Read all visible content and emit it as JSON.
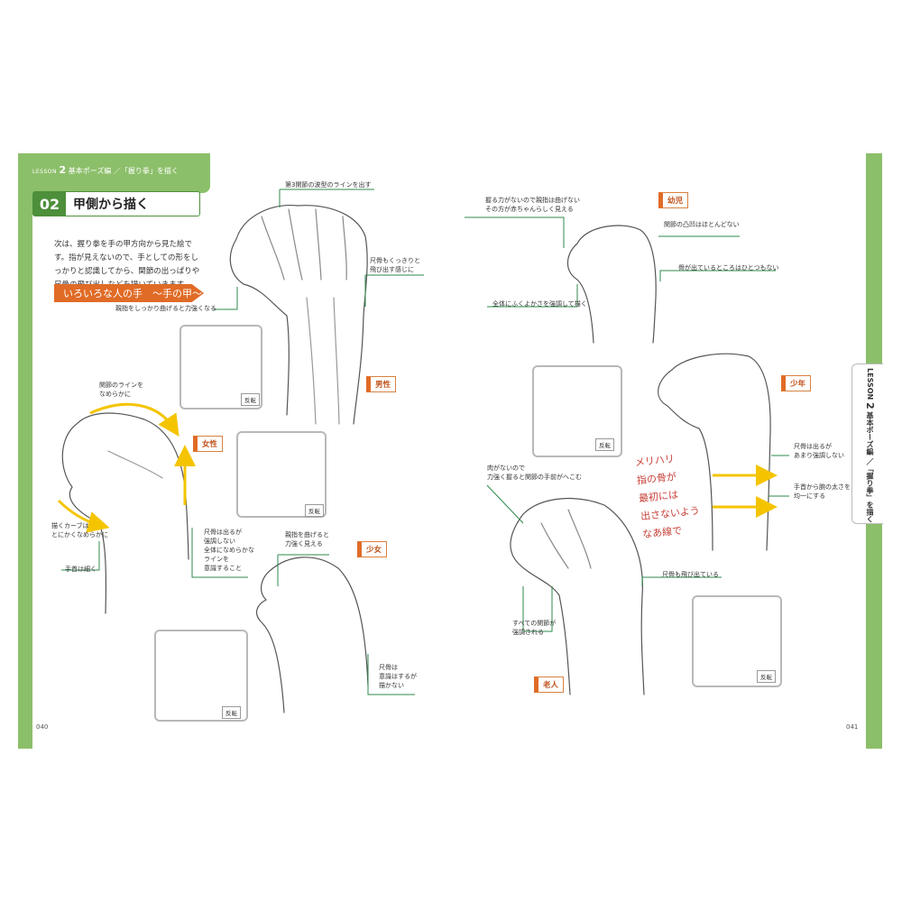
{
  "header": {
    "lesson_label": "LESSON",
    "lesson_num": "2",
    "breadcrumb": "基本ポーズ編 ／「握り拳」を描く"
  },
  "title": {
    "num": "02",
    "text": "甲側から描く"
  },
  "intro": "次は、握り拳を手の甲方向から見た絵です。指が見えないので、手としての形をしっかりと認識してから、関節の出っぱりや尺骨の飛び出しなどを描いていきます。",
  "section_banner": "いろいろな人の手　～手の甲～",
  "tags": {
    "male": "男性",
    "female": "女性",
    "girl": "少女",
    "infant": "幼児",
    "boy": "少年",
    "elder": "老人"
  },
  "reverse_label": "反転",
  "notes": {
    "male_wave": "第3関節の波型のラインを出す",
    "male_ulna": "尺骨もくっきりと\n飛び出す感じに",
    "male_thumb": "親指をしっかり曲げると力強くなる",
    "female_joint": "関節のラインを\nなめらかに",
    "female_curve": "描くカーブは\nとにかくなめらかに",
    "female_wrist": "手首は細く",
    "female_ulna": "尺骨は出るが\n強調しない\n全体になめらかな\nラインを\n意識すること",
    "girl_thumb": "親指を曲げると\n力強く見える",
    "girl_ulna": "尺骨は\n意識はするが\n描かない",
    "infant_grip": "握る力がないので親指は曲げない\nその方が赤ちゃんらしく見える",
    "infant_joint": "関節の凸凹はほとんどない",
    "infant_bone": "骨が出ているところはひとつもない",
    "infant_body": "全体にふくよかさを強調して描く",
    "boy_ulna": "尺骨は出るが\nあまり強調しない",
    "boy_width": "手首から腕の太さを\n均一にする",
    "elder_flesh": "肉がないので\n力強く握ると関節の手前がへこむ",
    "elder_ulna": "尺骨も飛び出ている",
    "elder_joints": "すべての関節が\n強調される"
  },
  "handwriting": "メリハリ\n指の骨が\n最初には\n出さないよう\nなあ線で",
  "page_left": "040",
  "page_right": "041",
  "side_tab": {
    "lesson": "LESSON",
    "num": "2",
    "text": "基本ポーズ編 ／「握り拳」を描く"
  },
  "colors": {
    "green": "#8cbf6a",
    "dark_green": "#4d8f3a",
    "orange": "#e06b26",
    "yellow_arrow": "#f5c400"
  }
}
